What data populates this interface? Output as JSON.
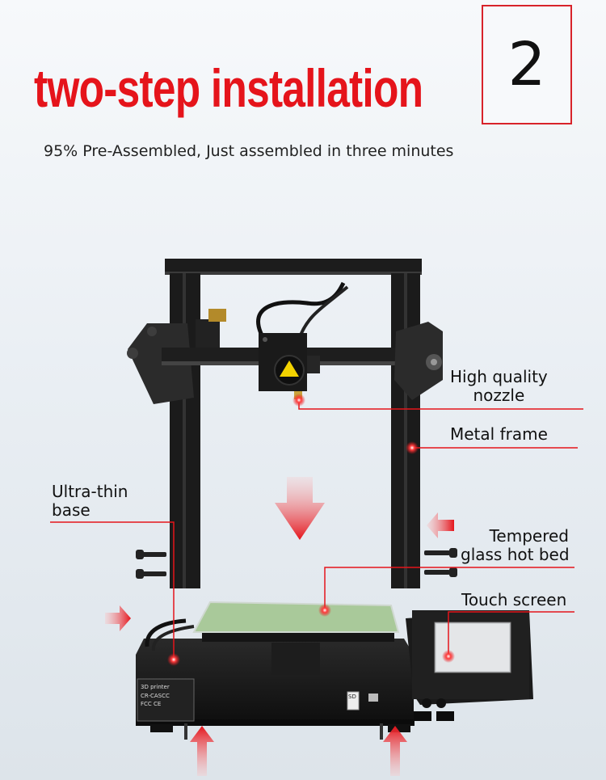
{
  "header": {
    "title": "two-step installation",
    "step_number": "2",
    "subtitle": "95% Pre-Assembled, Just assembled in three minutes"
  },
  "callouts": {
    "nozzle": "High quality\nnozzle",
    "frame": "Metal frame",
    "base": "Ultra-thin\nbase",
    "hotbed": "Tempered\nglass hot bed",
    "screen": "Touch screen"
  },
  "plate": {
    "line1": "3D printer",
    "line2": "CR-CASCC",
    "line3": "FCC CE"
  },
  "sd_label": "SD",
  "colors": {
    "accent": "#e5141b",
    "frame": "#1b1b1b",
    "glass": "#a9c99a"
  }
}
